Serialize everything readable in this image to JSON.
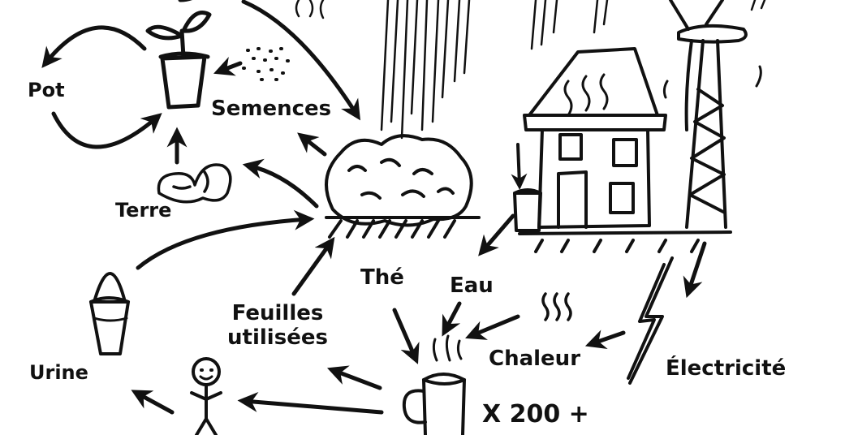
{
  "labels": {
    "pot": "Pot",
    "semences": "Semences",
    "terre": "Terre",
    "urine": "Urine",
    "the": "Thé",
    "eau": "Eau",
    "feuilles_line1": "Feuilles",
    "feuilles_line2": "utilisées",
    "chaleur": "Chaleur",
    "electricite": "Électricité",
    "multiplier": "X 200 +"
  },
  "colors": {
    "ink": "#111111",
    "paper": "#ffffff"
  },
  "icons": [
    "seedling-pot-icon",
    "seeds-icon",
    "soil-clump-icon",
    "tea-bush-icon",
    "rain-icon",
    "house-icon",
    "water-barrel-icon",
    "wind-turbine-icon",
    "bucket-icon",
    "stick-figure-icon",
    "lightning-bolt-icon",
    "heat-waves-icon",
    "tea-cup-icon"
  ]
}
